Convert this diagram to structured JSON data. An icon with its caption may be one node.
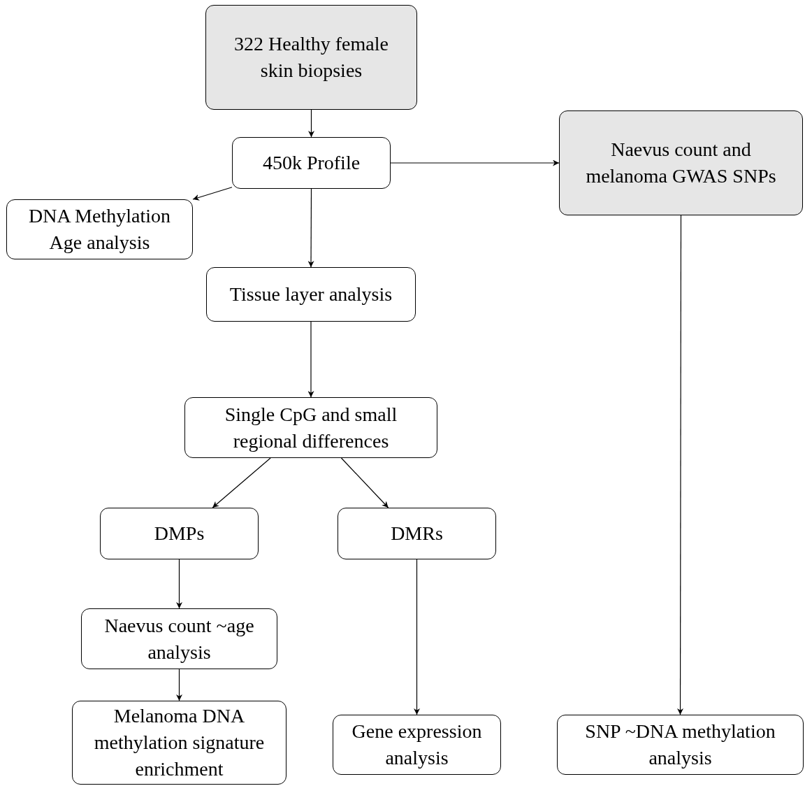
{
  "diagram": {
    "nodes": [
      {
        "text": [
          "322 Healthy female skin biopsies"
        ]
      },
      {
        "text": [
          "450k Profile"
        ]
      },
      {
        "text": [
          "Naevus count and melanoma GWAS SNPs"
        ]
      },
      {
        "text": [
          "DNA Methylation Age analysis"
        ]
      },
      {
        "text": [
          "Tissue layer analysis"
        ]
      },
      {
        "text": [
          "Single CpG and small regional differences"
        ]
      },
      {
        "text": [
          "DMPs"
        ]
      },
      {
        "text": [
          "DMRs"
        ]
      },
      {
        "text": [
          "Naevus count ~age analysis"
        ]
      },
      {
        "text": [
          "Melanoma DNA methylation signature enrichment"
        ]
      },
      {
        "text": [
          "Gene expression analysis"
        ]
      },
      {
        "text": [
          "SNP ~DNA methylation analysis"
        ]
      }
    ],
    "edges": [
      {
        "from": 0,
        "to": 1,
        "arrow": "to"
      },
      {
        "from": 1,
        "to": 2,
        "arrow": "to"
      },
      {
        "from": 1,
        "to": 3,
        "arrow": "to"
      },
      {
        "from": 1,
        "to": 4,
        "arrow": "to"
      },
      {
        "from": 4,
        "to": 5,
        "arrow": "to"
      },
      {
        "from": 5,
        "to": 6,
        "arrow": "to"
      },
      {
        "from": 5,
        "to": 7,
        "arrow": "to"
      },
      {
        "from": 6,
        "to": 8,
        "arrow": "to"
      },
      {
        "from": 8,
        "to": 9,
        "arrow": "to"
      },
      {
        "from": 7,
        "to": 10,
        "arrow": "to"
      },
      {
        "from": 2,
        "to": 11,
        "arrow": "to"
      }
    ]
  }
}
